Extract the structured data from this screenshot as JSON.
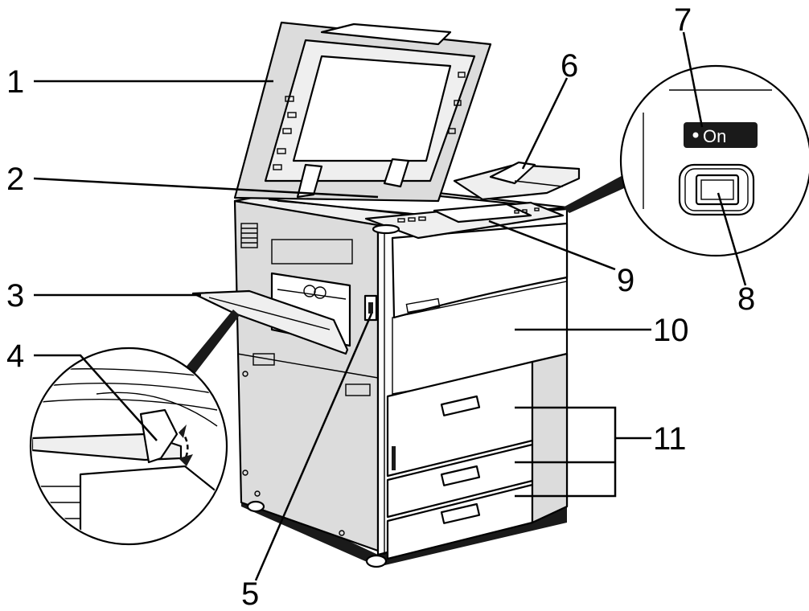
{
  "callouts": {
    "c1": "1",
    "c2": "2",
    "c3": "3",
    "c4": "4",
    "c5": "5",
    "c6": "6",
    "c7": "7",
    "c8": "8",
    "c9": "9",
    "c10": "10",
    "c11": "11"
  },
  "power_indicator": {
    "label": "On"
  }
}
